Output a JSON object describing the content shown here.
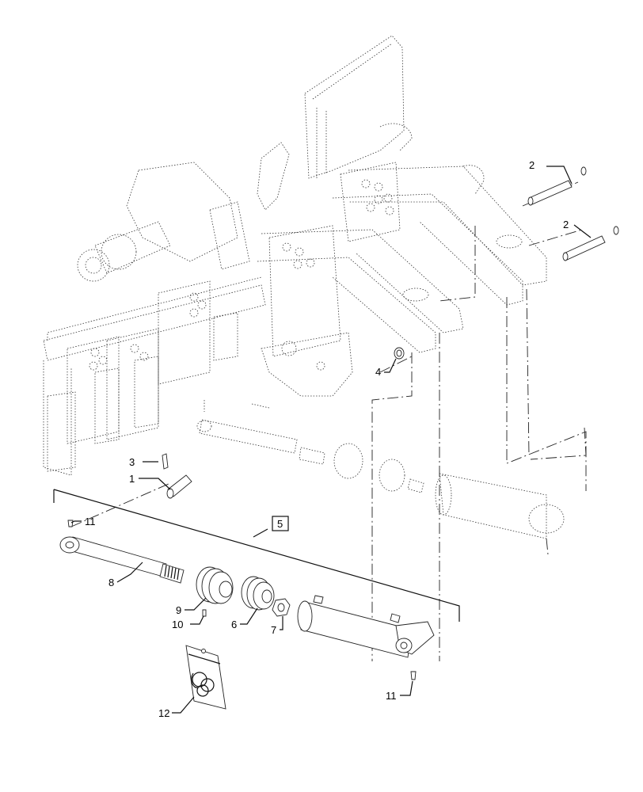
{
  "callouts": {
    "c1": "1",
    "c2a": "2",
    "c2b": "2",
    "c3": "3",
    "c4": "4",
    "c5": "5",
    "c6": "6",
    "c7": "7",
    "c8": "8",
    "c9": "9",
    "c10": "10",
    "c11a": "11",
    "c11b": "11",
    "c12": "12"
  }
}
